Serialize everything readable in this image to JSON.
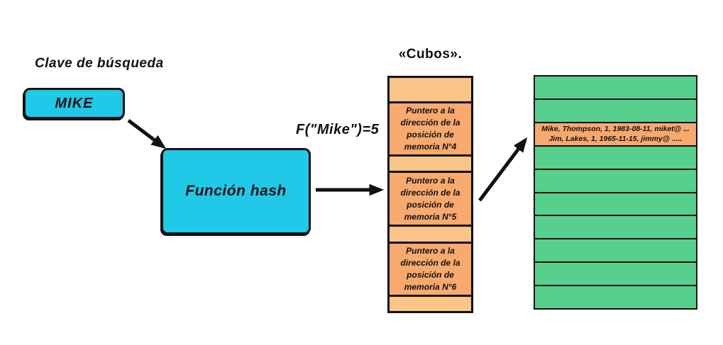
{
  "diagram": {
    "search_key_label": "Clave de búsqueda",
    "search_key_value": "MIKE",
    "hash_function_label": "Función hash",
    "hash_result_label": "F(\"Mike\")=5",
    "buckets_title": "«Cubos».",
    "buckets": [
      {
        "type": "empty",
        "text": ""
      },
      {
        "type": "pointer",
        "text": "Puntero a la\ndirección de la\nposición de\nmemoria N°4"
      },
      {
        "type": "empty",
        "text": ""
      },
      {
        "type": "pointer",
        "text": "Puntero a la\ndirección de la\nposición de\nmemoria N°5"
      },
      {
        "type": "empty",
        "text": ""
      },
      {
        "type": "pointer",
        "text": "Puntero a la\ndirección de la\nposición de\nmemoria N°6"
      },
      {
        "type": "empty",
        "text": ""
      }
    ],
    "records_table": {
      "highlighted_row_index": 2,
      "rows": [
        {
          "highlighted": false,
          "text": ""
        },
        {
          "highlighted": false,
          "text": ""
        },
        {
          "highlighted": true,
          "text": "Mike, Thompson, 1, 1983-08-11, miket@ ...\nJim, Lakes, 1, 1965-11-15, jimmy@ ....."
        },
        {
          "highlighted": false,
          "text": ""
        },
        {
          "highlighted": false,
          "text": ""
        },
        {
          "highlighted": false,
          "text": ""
        },
        {
          "highlighted": false,
          "text": ""
        },
        {
          "highlighted": false,
          "text": ""
        },
        {
          "highlighted": false,
          "text": ""
        },
        {
          "highlighted": false,
          "text": ""
        }
      ]
    },
    "colors": {
      "cyan": "#1FC9E7",
      "green": "#57D08E",
      "orange_light": "#FBC489",
      "orange_dark": "#F8A96E",
      "outline": "#111111",
      "background": "#FFFFFF"
    }
  }
}
